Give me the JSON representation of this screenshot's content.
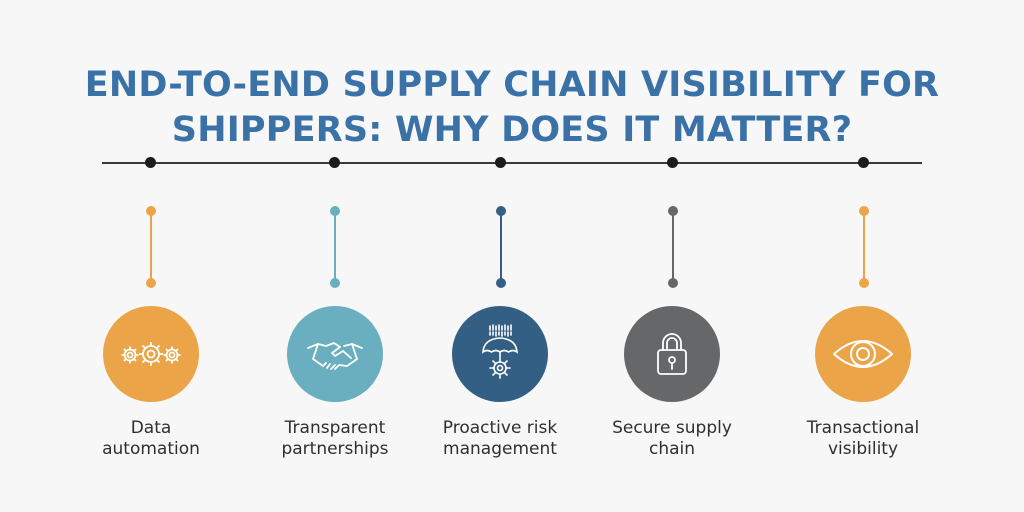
{
  "title": {
    "line1": "END-TO-END SUPPLY CHAIN VISIBILITY FOR",
    "line2": "SHIPPERS: WHY DOES IT MATTER?"
  },
  "colors": {
    "title": "#3a72a8",
    "orange": "#eba548",
    "teal": "#69afc0",
    "navy": "#345f85",
    "gray": "#666769",
    "timeline": "#1c1c1c"
  },
  "items": [
    {
      "line1": "Data",
      "line2": "automation",
      "icon": "gears-icon",
      "color": "#eba548"
    },
    {
      "line1": "Transparent",
      "line2": "partnerships",
      "icon": "handshake-icon",
      "color": "#69afc0"
    },
    {
      "line1": "Proactive risk",
      "line2": "management",
      "icon": "umbrella-gear-icon",
      "color": "#345f85"
    },
    {
      "line1": "Secure supply",
      "line2": "chain",
      "icon": "padlock-icon",
      "color": "#666769"
    },
    {
      "line1": "Transactional",
      "line2": "visibility",
      "icon": "eye-icon",
      "color": "#eba548"
    }
  ]
}
